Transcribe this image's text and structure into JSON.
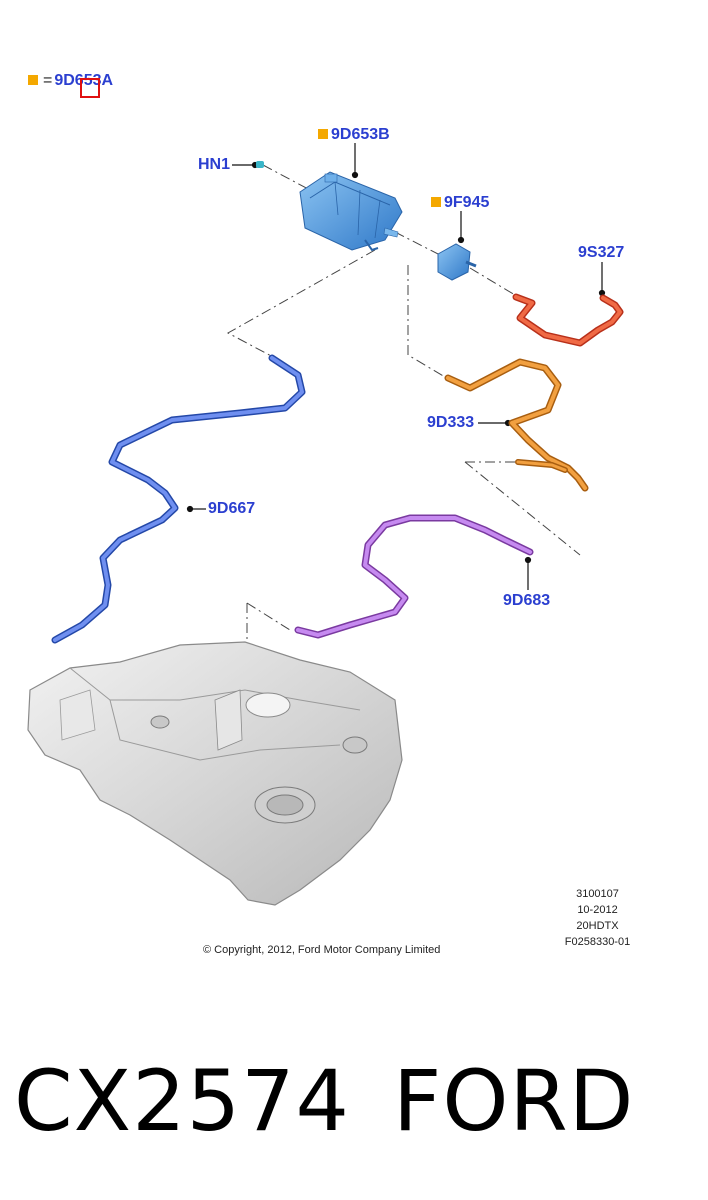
{
  "legend": {
    "marker_color": "#f4a800",
    "equals": "=",
    "part": "9D653A"
  },
  "callouts": {
    "canister": "9D653B",
    "hn1": "HN1",
    "valve": "9F945",
    "hose_red": "9S327",
    "hose_orange": "9D333",
    "hose_blue": "9D667",
    "hose_purple": "9D683"
  },
  "colors": {
    "label": "#2b3fd0",
    "canister": "#5aa0e0",
    "hose_red": "#e04020",
    "hose_orange": "#e08a1c",
    "hose_blue": "#4a6fd8",
    "hose_purple": "#a55ad0",
    "tank": "#d8d8d8",
    "highlight_box": "#e01010"
  },
  "meta": {
    "line1": "3100107",
    "line2": "10-2012",
    "line3": "20HDTX",
    "line4": "F0258330-01"
  },
  "copyright": "© Copyright, 2012, Ford Motor Company Limited",
  "caption": {
    "part_number": "CX2574",
    "brand": "FORD"
  }
}
